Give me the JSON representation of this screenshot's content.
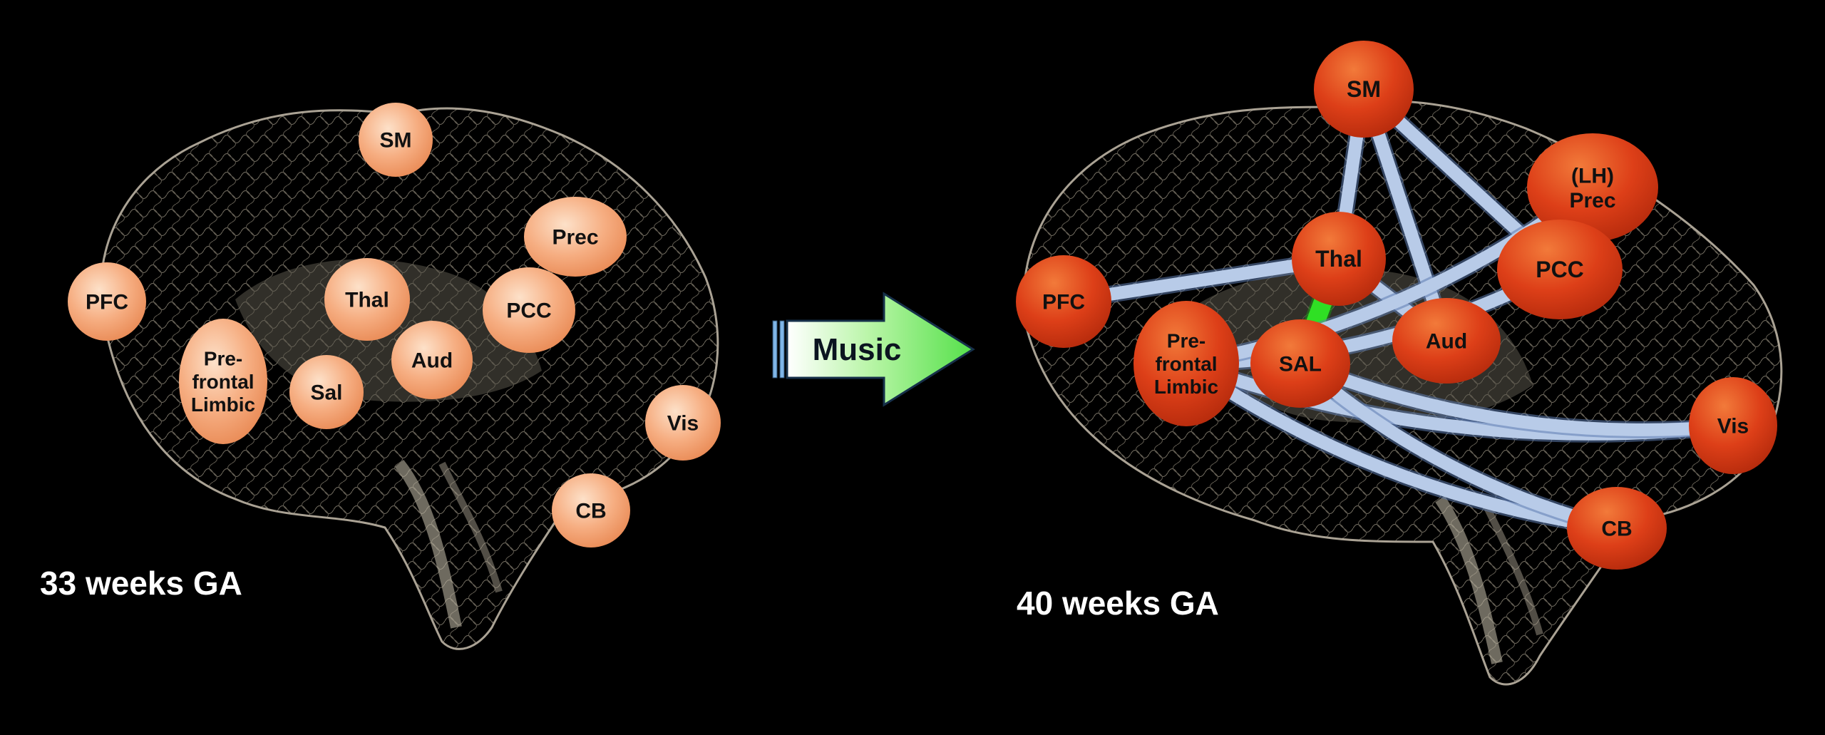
{
  "left_panel": {
    "caption": "33 weeks GA",
    "nodes": [
      {
        "id": "sm",
        "label": "SM"
      },
      {
        "id": "prec",
        "label": "Prec"
      },
      {
        "id": "pfc",
        "label": "PFC"
      },
      {
        "id": "thal",
        "label": "Thal"
      },
      {
        "id": "pcc",
        "label": "PCC"
      },
      {
        "id": "prefrontal-limbic",
        "label": "Pre-\nfrontal\nLimbic"
      },
      {
        "id": "sal",
        "label": "Sal"
      },
      {
        "id": "aud",
        "label": "Aud"
      },
      {
        "id": "vis",
        "label": "Vis"
      },
      {
        "id": "cb",
        "label": "CB"
      }
    ]
  },
  "arrow": {
    "label": "Music"
  },
  "right_panel": {
    "caption": "40 weeks GA",
    "nodes": [
      {
        "id": "sm",
        "label": "SM"
      },
      {
        "id": "lh-prec",
        "label": "(LH)\nPrec"
      },
      {
        "id": "pfc",
        "label": "PFC"
      },
      {
        "id": "thal",
        "label": "Thal"
      },
      {
        "id": "pcc",
        "label": "PCC"
      },
      {
        "id": "prefrontal-limbic",
        "label": "Pre-\nfrontal\nLimbic"
      },
      {
        "id": "sal",
        "label": "SAL"
      },
      {
        "id": "aud",
        "label": "Aud"
      },
      {
        "id": "vis",
        "label": "Vis"
      },
      {
        "id": "cb",
        "label": "CB"
      }
    ],
    "connections": [
      {
        "from": "sm",
        "to": "thal"
      },
      {
        "from": "sm",
        "to": "aud"
      },
      {
        "from": "sm",
        "to": "pcc"
      },
      {
        "from": "pfc",
        "to": "thal"
      },
      {
        "from": "thal",
        "to": "aud"
      },
      {
        "from": "thal",
        "to": "sal",
        "highlight": true
      },
      {
        "from": "prefrontal-limbic",
        "to": "pcc"
      },
      {
        "from": "prefrontal-limbic",
        "to": "lh-prec"
      },
      {
        "from": "prefrontal-limbic",
        "to": "vis"
      },
      {
        "from": "prefrontal-limbic",
        "to": "cb"
      },
      {
        "from": "sal",
        "to": "vis"
      },
      {
        "from": "sal",
        "to": "cb"
      }
    ],
    "colors": {
      "connection": "#b8cbe8",
      "highlight": "#2fe024"
    }
  },
  "colors": {
    "left_node": "#f4a578",
    "right_node": "#e0401c",
    "background": "#000000"
  }
}
